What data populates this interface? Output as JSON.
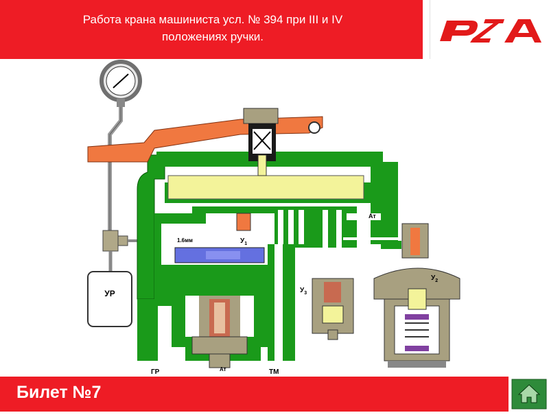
{
  "header": {
    "title_line1": "Работа крана машиниста усл. № 394 при III и IV",
    "title_line2": "положениях ручки."
  },
  "logo": {
    "text": "РЖД",
    "color": "#e21a1a"
  },
  "footer": {
    "ticket_label": "Билет №7"
  },
  "home_button": {
    "icon": "home-icon",
    "color": "#2e8b3a"
  },
  "diagram": {
    "labels": {
      "reservoir": "УР",
      "hole_size": "1.6мм",
      "valve_u1_base": "У",
      "valve_u1_sub": "1",
      "valve_u2_base": "У",
      "valve_u2_sub": "2",
      "valve_u3_base": "У",
      "valve_u3_sub": "3",
      "atmosphere_top": "Ат",
      "atmosphere_bottom": "Ат",
      "main_reservoir": "ГР",
      "brake_line": "ТМ"
    },
    "colors": {
      "body": "#1a9a1a",
      "handle": "#f07840",
      "chamber": "#f3f39a",
      "piston": "#6470e0",
      "spring": "#c86a50",
      "valve_body": "#a8a080",
      "gauge": "#9a9a9a"
    }
  }
}
